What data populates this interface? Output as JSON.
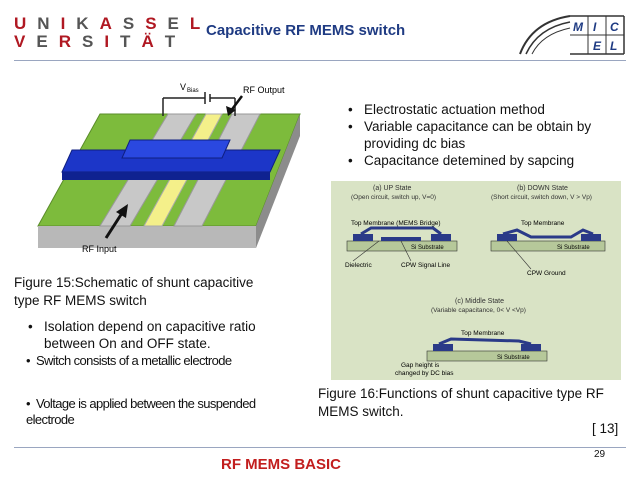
{
  "logo": {
    "line1": [
      "U",
      "N",
      "I",
      "K",
      "A",
      "S",
      "S",
      "E",
      "L"
    ],
    "line2": [
      "V",
      "E",
      "R",
      "S",
      "I",
      "T",
      "Ä",
      "T"
    ],
    "micel": [
      "M",
      "I",
      "C",
      "E",
      "L"
    ]
  },
  "slide": {
    "title": "Capacitive RF MEMS switch",
    "footer": "RF  MEMS BASIC",
    "page_number": "29",
    "reference": "[ 13]"
  },
  "figure1": {
    "vbias_label": "V",
    "vbias_sub": "Bias",
    "rf_output": "RF Output",
    "rf_input": "RF Input",
    "caption_line1": "Figure  15:Schematic of shunt capacitive",
    "caption_line2": "type RF MEMS switch"
  },
  "right_bullets": [
    "Electrostatic actuation method",
    "Variable capacitance can be obtain by",
    "providing dc bias",
    "Capacitance detemined by sapcing"
  ],
  "left_bullets": {
    "isolation_line1": "Isolation depend on capacitive ratio",
    "isolation_line2": "between On and OFF state.",
    "switch": "Switch consists of a metallic electrode",
    "voltage_line1": "Voltage is applied between the suspended",
    "voltage_line2": "electrode"
  },
  "figure2": {
    "up_title": "(a)  UP State",
    "up_sub": "(Open circuit, switch up, V=0)",
    "down_title": "(b)  DOWN State",
    "down_sub": "(Short circuit, switch down, V > V",
    "down_sub_end": "p)",
    "top_membrane_bridge": "Top Membrane (MEMS Bridge)",
    "si_substrate": "Si Substrate",
    "dielectric": "Dielectric",
    "cpw_signal": "CPW Signal Line",
    "top_membrane": "Top Membrane",
    "cpw_ground": "CPW Ground",
    "middle_title": "(c)  Middle State",
    "middle_sub": "(Variable capacitance, 0< V <V",
    "middle_sub_end": "p)",
    "gap_line1": "Gap height is",
    "gap_line2": "changed by DC bias",
    "caption_line1": "Figure 16:Functions of shunt capacitive type RF",
    "caption_line2": "MEMS switch."
  },
  "colors": {
    "title_blue": "#1f3b83",
    "footer_red": "#c21e1e",
    "logo_red": "#b01822",
    "substrate_green": "#7dbb3c",
    "membrane_blue": "#1c36c8",
    "signal_yellow": "#f4f08a"
  }
}
